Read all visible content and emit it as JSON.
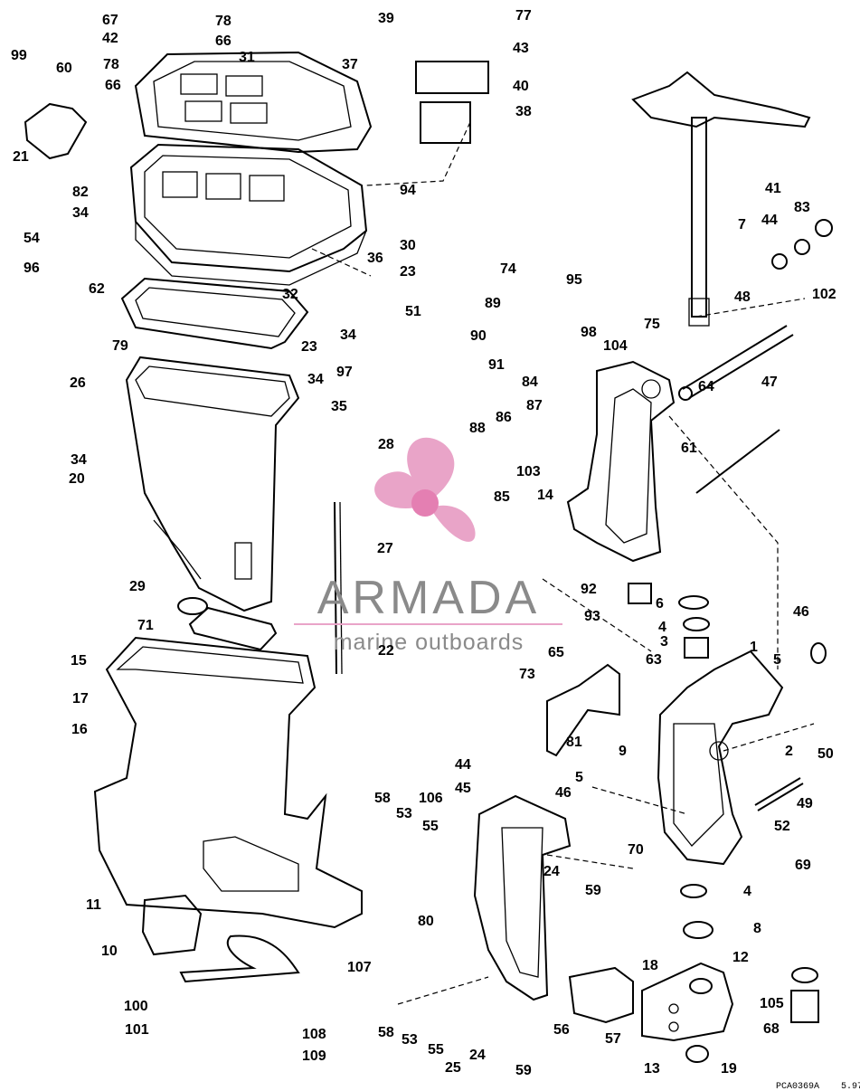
{
  "diagram": {
    "labels": [
      "67",
      "78",
      "42",
      "66",
      "99",
      "60",
      "78",
      "31",
      "66",
      "37",
      "39",
      "77",
      "43",
      "40",
      "38",
      "21",
      "82",
      "34",
      "94",
      "41",
      "7",
      "83",
      "44",
      "54",
      "30",
      "96",
      "62",
      "36",
      "23",
      "32",
      "51",
      "74",
      "95",
      "48",
      "102",
      "79",
      "34",
      "23",
      "97",
      "89",
      "90",
      "98",
      "104",
      "75",
      "91",
      "47",
      "34",
      "35",
      "26",
      "84",
      "87",
      "64",
      "88",
      "86",
      "28",
      "34",
      "20",
      "103",
      "14",
      "85",
      "61",
      "27",
      "29",
      "92",
      "6",
      "71",
      "93",
      "4",
      "46",
      "3",
      "5",
      "22",
      "65",
      "73",
      "63",
      "1",
      "15",
      "17",
      "9",
      "81",
      "2",
      "50",
      "16",
      "44",
      "45",
      "5",
      "58",
      "106",
      "46",
      "49",
      "53",
      "55",
      "70",
      "52",
      "69",
      "24",
      "4",
      "11",
      "59",
      "80",
      "8",
      "10",
      "107",
      "12",
      "18",
      "100",
      "105",
      "68",
      "101",
      "58",
      "53",
      "55",
      "108",
      "25",
      "24",
      "56",
      "57",
      "109",
      "59",
      "13",
      "19"
    ],
    "footer_code": "PCA0369A",
    "footer_date": "5.97"
  },
  "watermark": {
    "title": "ARMADA",
    "subtitle": "marine outboards",
    "logo_color": "#e9a4c8",
    "logo_name": "propeller-logo"
  },
  "colors": {
    "line": "#000000",
    "watermark_text": "#8a8a8a",
    "logo_pink": "#e9a4c8",
    "logo_hub": "#e47fb2"
  }
}
